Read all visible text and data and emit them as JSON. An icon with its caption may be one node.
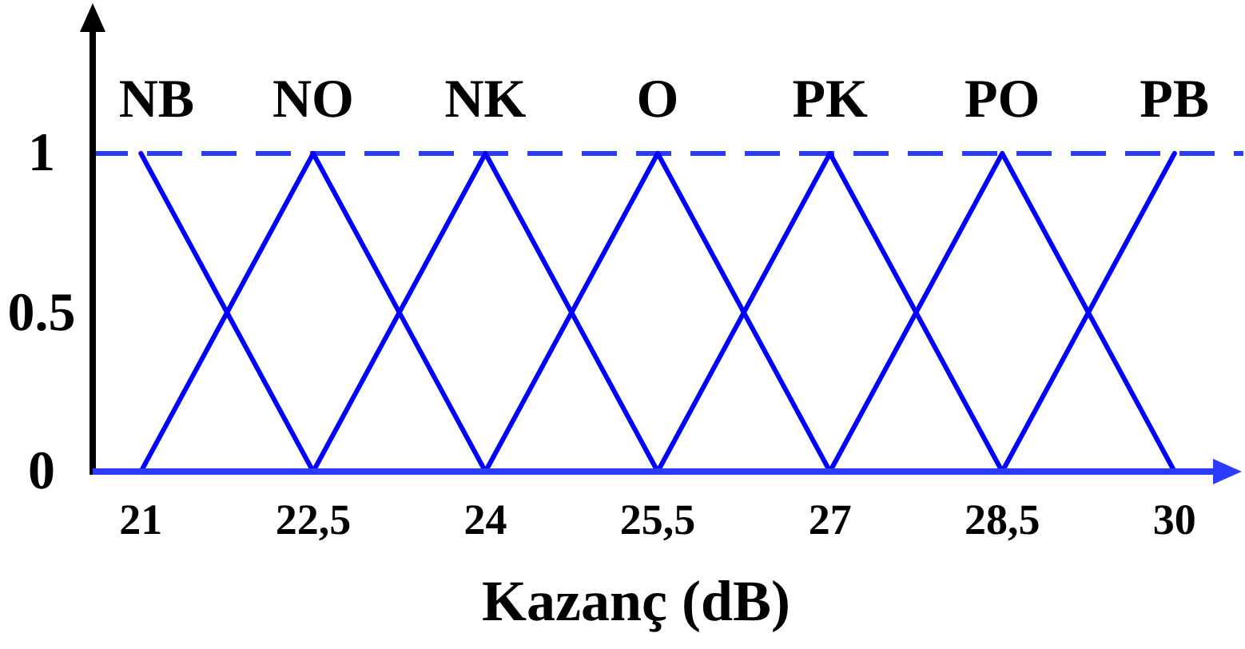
{
  "diagram": {
    "chart_data": {
      "type": "line",
      "xlabel": "Kazanç (dB)",
      "xlim": [
        20.58,
        30.6
      ],
      "ylim": [
        0,
        1
      ],
      "xticks": [
        21,
        {
          "value": 22.5,
          "label": "22,5"
        },
        24,
        {
          "value": 25.5,
          "label": "25,5"
        },
        27,
        {
          "value": 28.5,
          "label": "28,5"
        },
        30
      ],
      "yticks": [
        0,
        {
          "value": 0.5,
          "label": "0.5"
        },
        1
      ],
      "series": [
        {
          "name": "NB",
          "color": "#0000ff",
          "x": [
            21,
            22.5
          ],
          "values": [
            1,
            0
          ]
        },
        {
          "name": "NO",
          "color": "#0000ff",
          "x": [
            21,
            22.5,
            24
          ],
          "values": [
            0,
            1,
            0
          ]
        },
        {
          "name": "NK",
          "color": "#0000ff",
          "x": [
            22.5,
            24,
            25.5
          ],
          "values": [
            0,
            1,
            0
          ]
        },
        {
          "name": "O",
          "color": "#0000ff",
          "x": [
            24,
            25.5,
            27
          ],
          "values": [
            0,
            1,
            0
          ]
        },
        {
          "name": "PK",
          "color": "#0000ff",
          "x": [
            25.5,
            27,
            28.5
          ],
          "values": [
            0,
            1,
            0
          ]
        },
        {
          "name": "PO",
          "color": "#0000ff",
          "x": [
            27,
            28.5,
            30
          ],
          "values": [
            0,
            1,
            0
          ]
        },
        {
          "name": "PB",
          "color": "#0000ff",
          "x": [
            28.5,
            30
          ],
          "values": [
            0,
            1
          ]
        }
      ]
    }
  }
}
